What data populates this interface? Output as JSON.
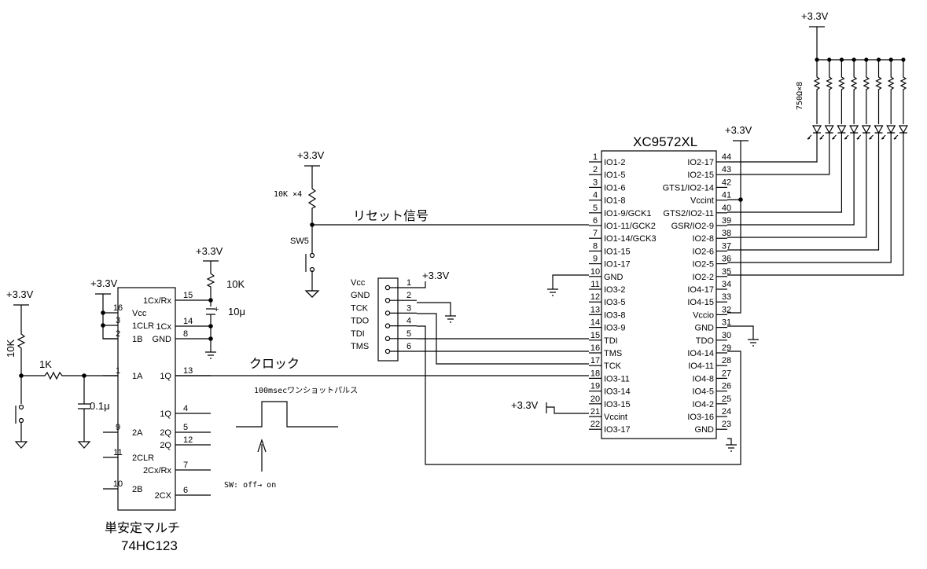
{
  "power": {
    "v33": "+3.3V"
  },
  "xc": {
    "name": "XC9572XL",
    "left": [
      {
        "n": "1",
        "s": "IO1-2"
      },
      {
        "n": "2",
        "s": "IO1-5"
      },
      {
        "n": "3",
        "s": "IO1-6"
      },
      {
        "n": "4",
        "s": "IO1-8"
      },
      {
        "n": "5",
        "s": "IO1-9/GCK1"
      },
      {
        "n": "6",
        "s": "IO1-11/GCK2"
      },
      {
        "n": "7",
        "s": "IO1-14/GCK3"
      },
      {
        "n": "8",
        "s": "IO1-15"
      },
      {
        "n": "9",
        "s": "IO1-17"
      },
      {
        "n": "10",
        "s": "GND"
      },
      {
        "n": "11",
        "s": "IO3-2"
      },
      {
        "n": "12",
        "s": "IO3-5"
      },
      {
        "n": "13",
        "s": "IO3-8"
      },
      {
        "n": "14",
        "s": "IO3-9"
      },
      {
        "n": "15",
        "s": "TDI"
      },
      {
        "n": "16",
        "s": "TMS"
      },
      {
        "n": "17",
        "s": "TCK"
      },
      {
        "n": "18",
        "s": "IO3-11"
      },
      {
        "n": "19",
        "s": "IO3-14"
      },
      {
        "n": "20",
        "s": "IO3-15"
      },
      {
        "n": "21",
        "s": "Vccint"
      },
      {
        "n": "22",
        "s": "IO3-17"
      }
    ],
    "right": [
      {
        "n": "44",
        "s": "IO2-17"
      },
      {
        "n": "43",
        "s": "IO2-15"
      },
      {
        "n": "42",
        "s": "GTS1/IO2-14"
      },
      {
        "n": "41",
        "s": "Vccint"
      },
      {
        "n": "40",
        "s": "GTS2/IO2-11"
      },
      {
        "n": "39",
        "s": "GSR/IO2-9"
      },
      {
        "n": "38",
        "s": "IO2-8"
      },
      {
        "n": "37",
        "s": "IO2-6"
      },
      {
        "n": "36",
        "s": "IO2-5"
      },
      {
        "n": "35",
        "s": "IO2-2"
      },
      {
        "n": "34",
        "s": "IO4-17"
      },
      {
        "n": "33",
        "s": "IO4-15"
      },
      {
        "n": "32",
        "s": "Vccio"
      },
      {
        "n": "31",
        "s": "GND"
      },
      {
        "n": "30",
        "s": "TDO"
      },
      {
        "n": "29",
        "s": "IO4-14"
      },
      {
        "n": "28",
        "s": "IO4-11"
      },
      {
        "n": "27",
        "s": "IO4-8"
      },
      {
        "n": "26",
        "s": "IO4-5"
      },
      {
        "n": "25",
        "s": "IO4-2"
      },
      {
        "n": "24",
        "s": "IO3-16"
      },
      {
        "n": "23",
        "s": "GND"
      }
    ]
  },
  "hc": {
    "name": "単安定マルチ",
    "part": "74HC123",
    "left": [
      {
        "n": "16",
        "s": "Vcc"
      },
      {
        "n": "3",
        "s": "1CLR"
      },
      {
        "n": "2",
        "s": "1B"
      },
      {
        "n": "1",
        "s": "1A"
      },
      {
        "n": "9",
        "s": "2A"
      },
      {
        "n": "11",
        "s": "2CLR"
      },
      {
        "n": "10",
        "s": "2B"
      }
    ],
    "right": [
      {
        "n": "15",
        "s": "1Cx/Rx"
      },
      {
        "n": "14",
        "s": "1Cx"
      },
      {
        "n": "8",
        "s": "GND"
      },
      {
        "n": "13",
        "s": "1Q"
      },
      {
        "n": "4",
        "s": "1Q"
      },
      {
        "n": "5",
        "s": "2Q"
      },
      {
        "n": "12",
        "s": "2Q"
      },
      {
        "n": "7",
        "s": "2Cx/Rx"
      },
      {
        "n": "6",
        "s": "2CX"
      }
    ]
  },
  "jtag": {
    "labels": [
      "Vcc",
      "GND",
      "TCK",
      "TDO",
      "TDI",
      "TMS"
    ],
    "pins": [
      "1",
      "2",
      "3",
      "4",
      "5",
      "6"
    ]
  },
  "labels": {
    "reset": "リセット信号",
    "clock": "クロック",
    "pulse": "100msecワンショットパルス",
    "sw": "SW:  off→  on",
    "r10k_x4": "10K ×4",
    "sw5": "SW5",
    "r750": "750Ω×8",
    "r10k": "10K",
    "r10k_b": "10K",
    "r1k": "1K",
    "c10u": "10μ",
    "c01u": "0.1μ"
  }
}
